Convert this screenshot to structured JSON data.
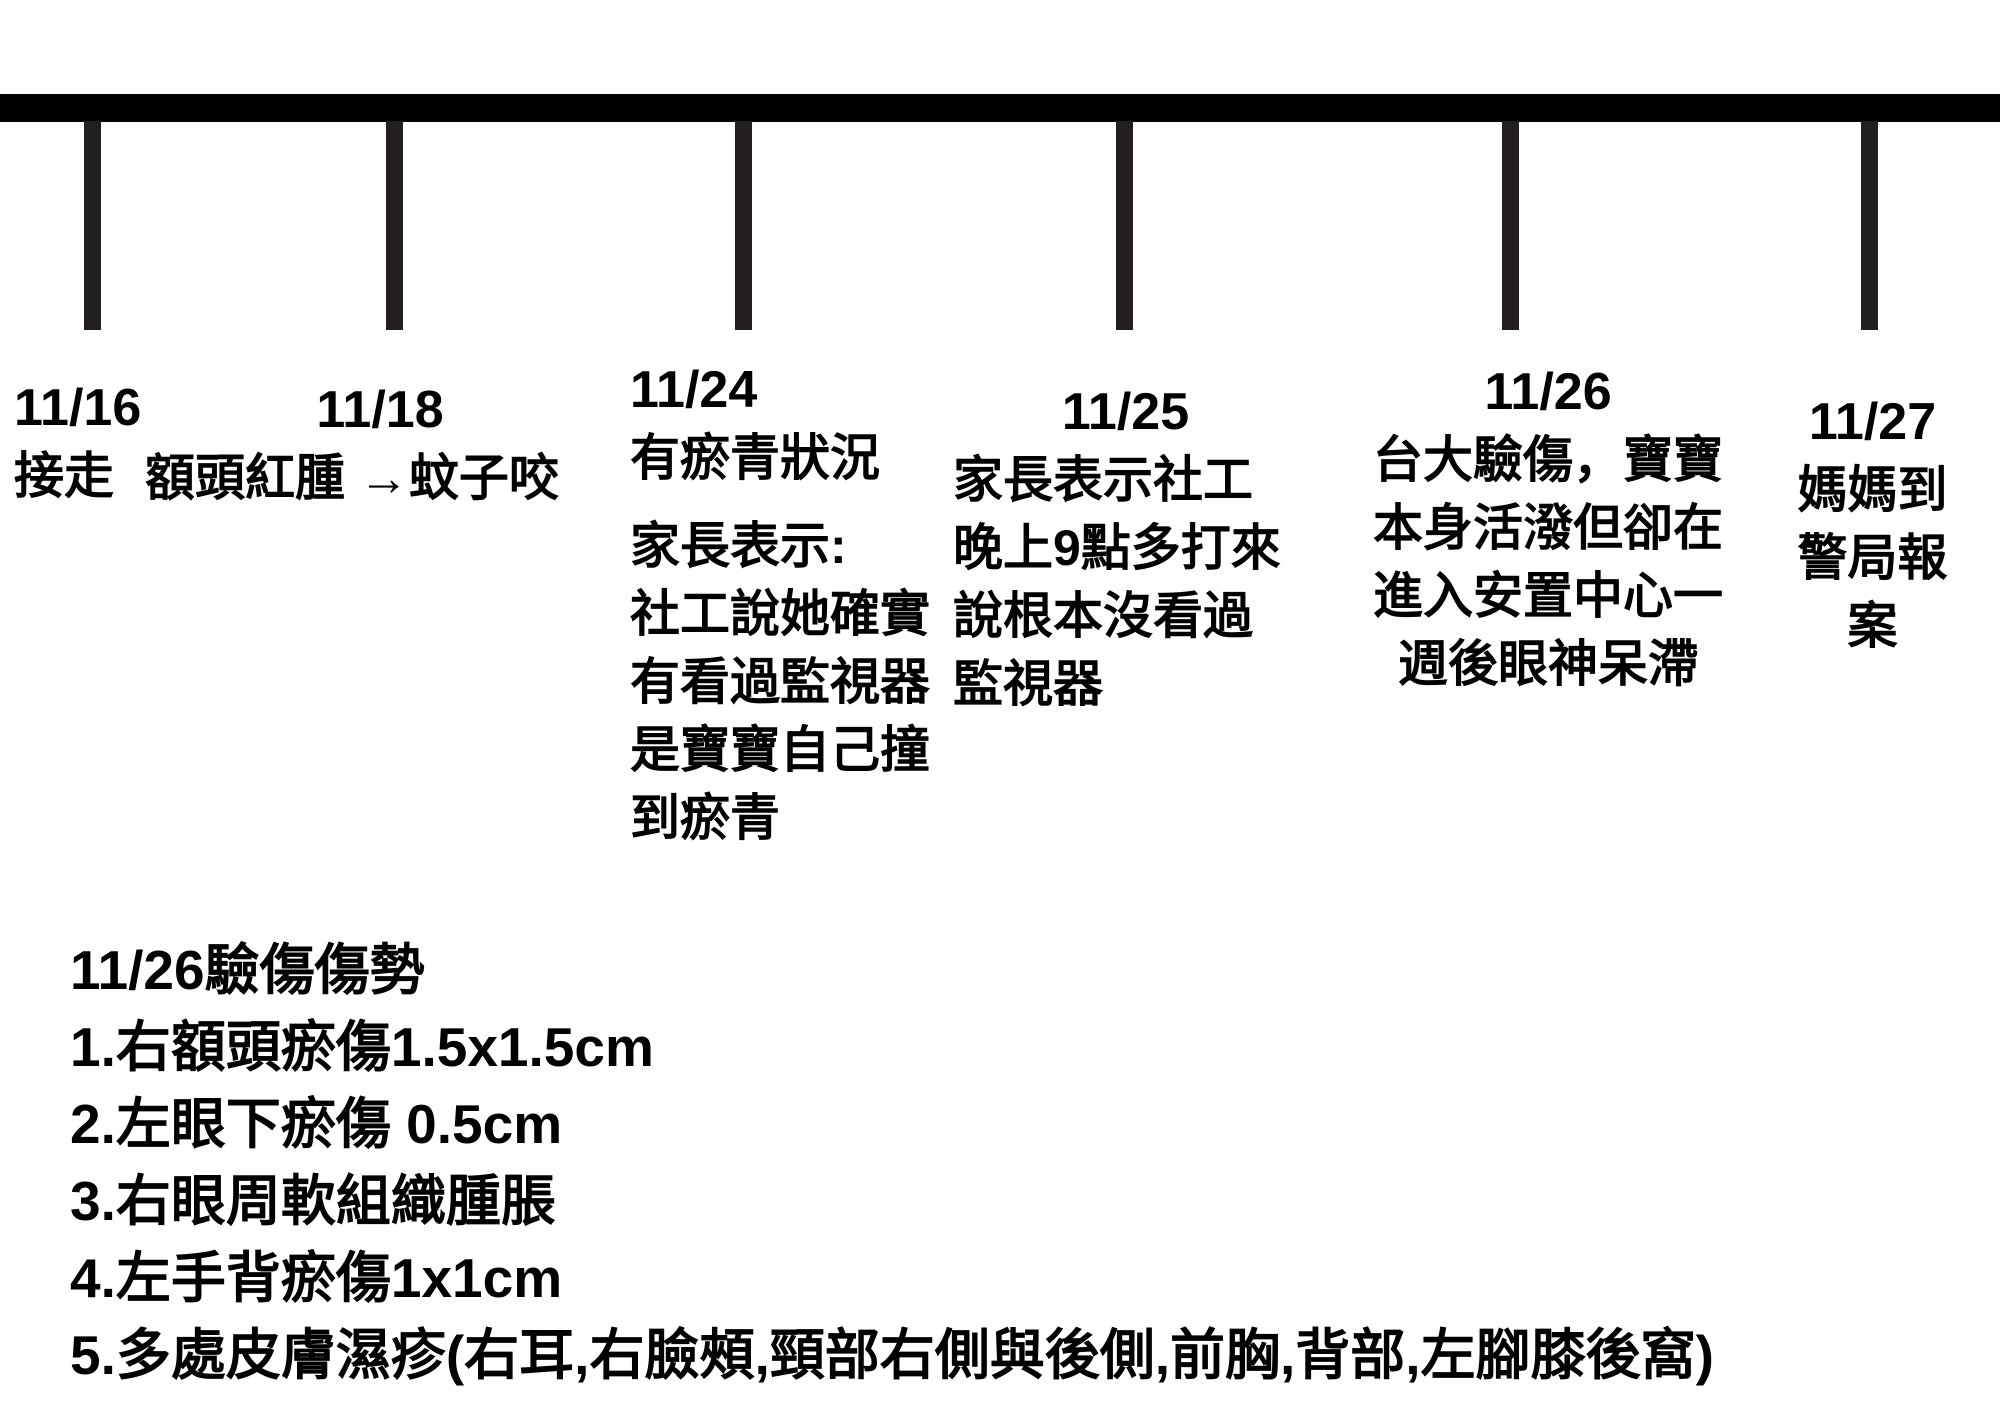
{
  "colors": {
    "background": "#ffffff",
    "text": "#000000",
    "axis_bar": "#000000",
    "tick": "#231f20"
  },
  "timeline": {
    "events": [
      {
        "date": "11/16",
        "lines": [
          "接走"
        ]
      },
      {
        "date": "11/18",
        "lines": [
          "額頭紅腫 →蚊子咬"
        ]
      },
      {
        "date": "11/24",
        "lines": [
          "有瘀青狀況",
          "家長表示:",
          "社工說她確實",
          "有看過監視器",
          "是寶寶自己撞",
          "到瘀青"
        ]
      },
      {
        "date": "11/25",
        "lines": [
          "家長表示社工",
          "晚上9點多打來",
          "說根本沒看過",
          "監視器"
        ]
      },
      {
        "date": "11/26",
        "lines": [
          "台大驗傷，寶寶",
          "本身活潑但卻在",
          "進入安置中心一",
          "週後眼神呆滯"
        ]
      },
      {
        "date": "11/27",
        "lines": [
          "媽媽到",
          "警局報",
          "案"
        ]
      }
    ]
  },
  "injury_report": {
    "title": "11/26驗傷傷勢",
    "items": [
      "1.右額頭瘀傷1.5x1.5cm",
      "2.左眼下瘀傷 0.5cm",
      "3.右眼周軟組織腫脹",
      "4.左手背瘀傷1x1cm",
      "5.多處皮膚濕疹(右耳,右臉頰,頸部右側與後側,前胸,背部,左腳膝後窩)"
    ]
  }
}
